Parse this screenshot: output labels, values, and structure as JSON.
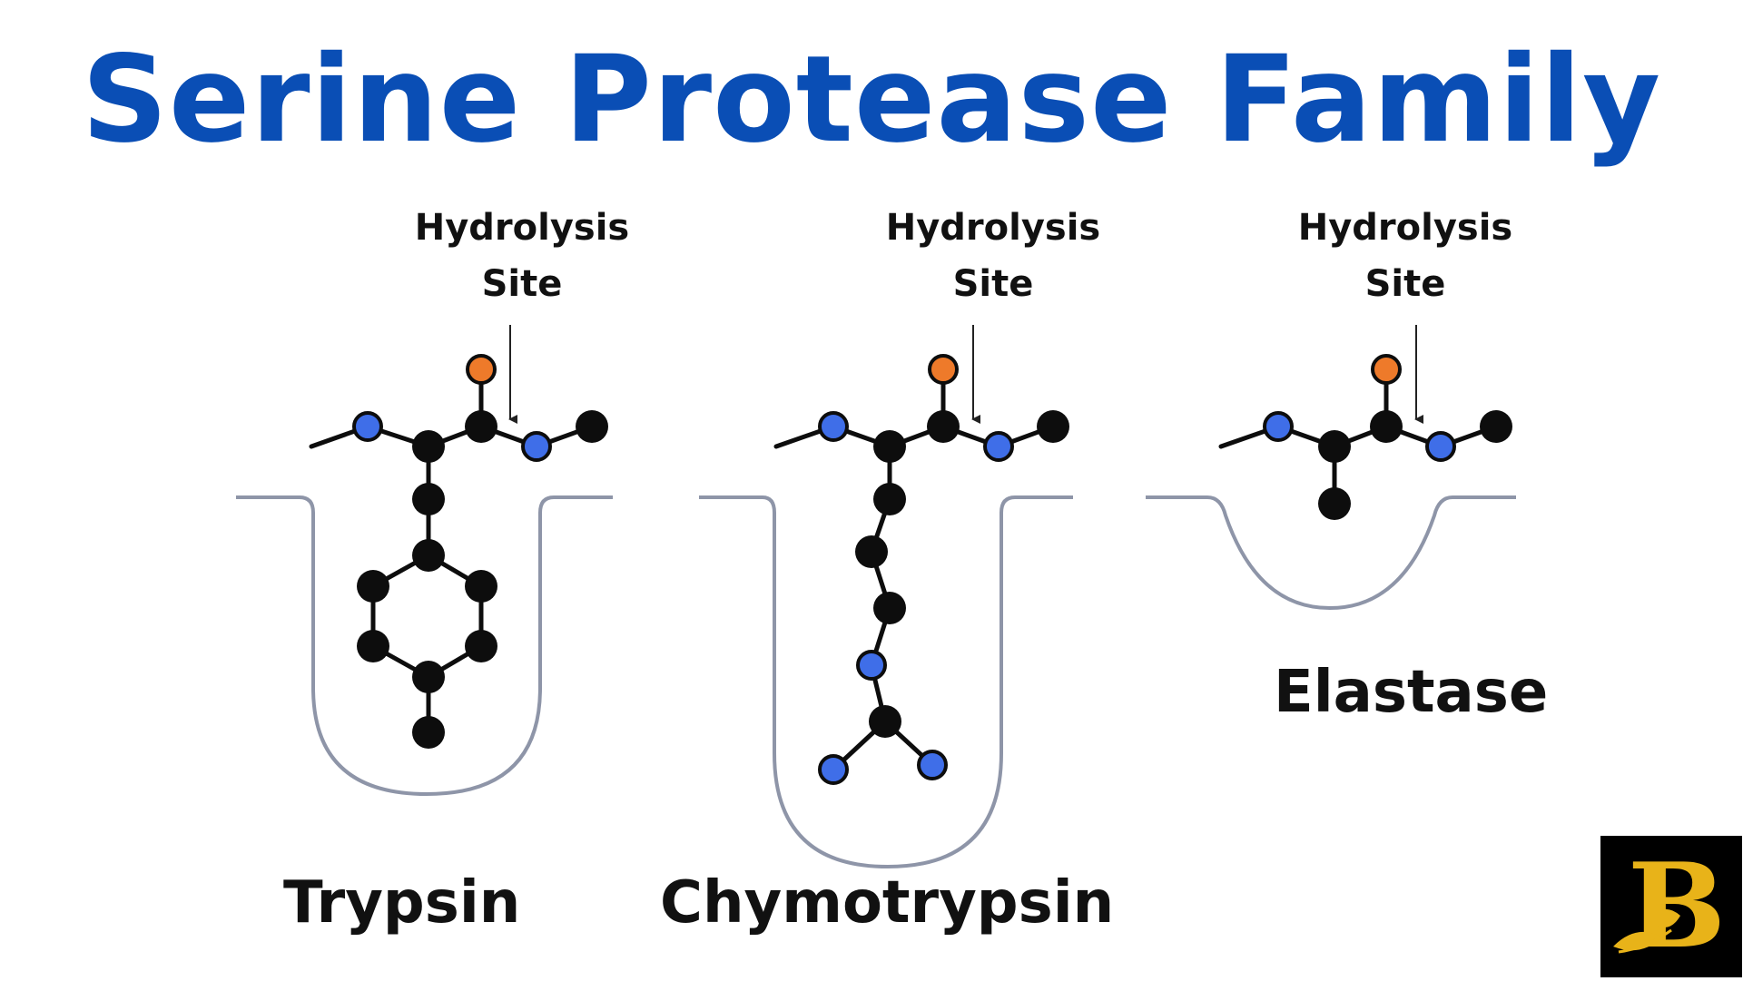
{
  "title": "Serine Protease Family",
  "colors": {
    "title": "#0a4eb5",
    "pocket": "#8e95a8",
    "atom_black": "#0d0d0d",
    "atom_blue": "#3f6ee8",
    "atom_orange": "#ee7a2a",
    "logo_gold": "#e8b319"
  },
  "enzymes": [
    {
      "name": "Trypsin",
      "hydrolysis_label": [
        "Hydrolysis",
        "Site"
      ],
      "pocket": "deep"
    },
    {
      "name": "Chymotrypsin",
      "hydrolysis_label": [
        "Hydrolysis",
        "Site"
      ],
      "pocket": "very deep"
    },
    {
      "name": "Elastase",
      "hydrolysis_label": [
        "Hydrolysis",
        "Site"
      ],
      "pocket": "shallow"
    }
  ],
  "logo": {
    "letter": "B",
    "icon": "leaf-icon"
  }
}
